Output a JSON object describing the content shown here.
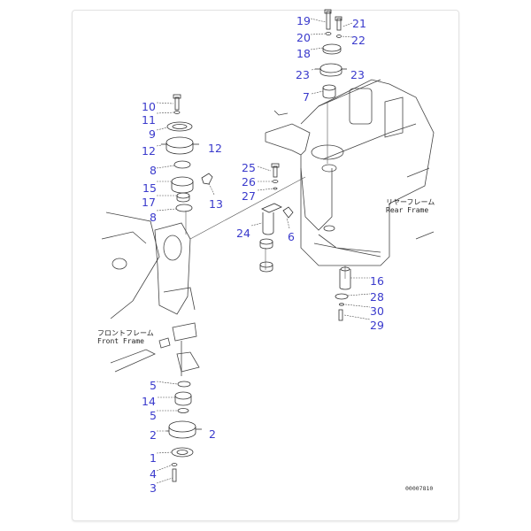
{
  "labels": {
    "l19": "19",
    "l21": "21",
    "l20": "20",
    "l22": "22",
    "l18": "18",
    "l23a": "23",
    "l23b": "23",
    "l7": "7",
    "l10": "10",
    "l11": "11",
    "l9": "9",
    "l12a": "12",
    "l12b": "12",
    "l8a": "8",
    "l15": "15",
    "l17": "17",
    "l13": "13",
    "l8b": "8",
    "l25": "25",
    "l26": "26",
    "l27": "27",
    "l24": "24",
    "l6": "6",
    "l16": "16",
    "l28": "28",
    "l30": "30",
    "l29": "29",
    "l5a": "5",
    "l14": "14",
    "l5b": "5",
    "l2a": "2",
    "l2b": "2",
    "l1": "1",
    "l4": "4",
    "l3": "3"
  },
  "captions": {
    "rear_jp": "リヤーフレーム",
    "rear_en": "Rear Frame",
    "front_jp": "フロントフレーム",
    "front_en": "Front Frame"
  },
  "drawing_code": "00007810",
  "colors": {
    "label": "#3a3acc",
    "line": "#333333"
  }
}
